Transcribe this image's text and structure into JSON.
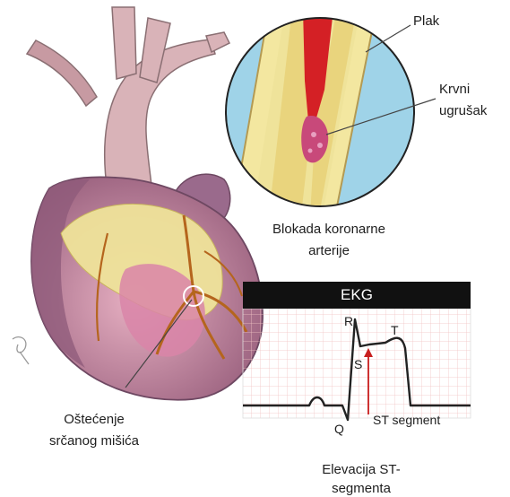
{
  "labels": {
    "plaque": "Plak",
    "clot_line1": "Krvni",
    "clot_line2": "ugrušak",
    "blockage_line1": "Blokada koronarne",
    "blockage_line2": "arterije",
    "damage_line1": "Oštećenje",
    "damage_line2": "srčanog mišića",
    "ekg_caption_line1": "Elevacija ST-",
    "ekg_caption_line2": "segmenta"
  },
  "ekg": {
    "title": "EKG",
    "wave_labels": {
      "r": "R",
      "s": "S",
      "t": "T",
      "q": "Q"
    },
    "st_segment_label": "ST segment"
  },
  "colors": {
    "heart_muscle": "#c98a9c",
    "heart_dark": "#8e5a7a",
    "fat": "#efe39a",
    "vessel": "#d9b3b8",
    "artery_blood": "#d42025",
    "ekg_grid": "#f1c4c4",
    "ekg_trace": "#222222",
    "st_arrow": "#c81e1e",
    "header_bg": "#111111"
  }
}
